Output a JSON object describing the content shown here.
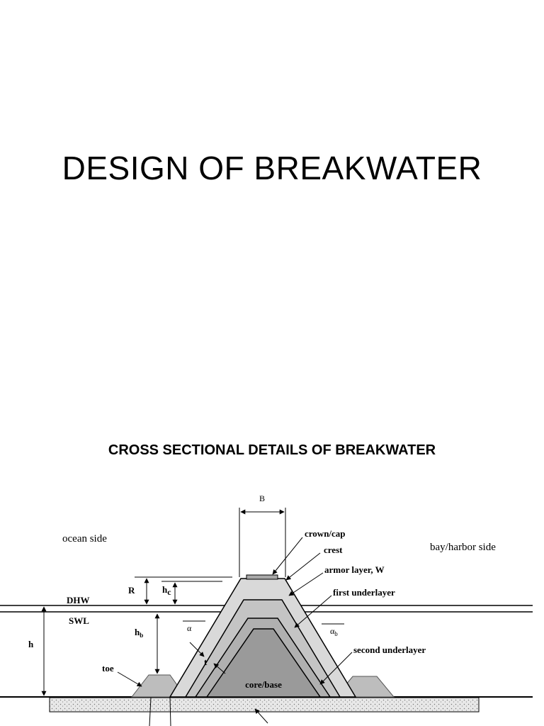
{
  "slide": {
    "title": "DESIGN OF BREAKWATER",
    "subtitle": "CROSS SECTIONAL DETAILS OF BREAKWATER"
  },
  "diagram": {
    "labels": {
      "B": "B",
      "ocean_side": "ocean side",
      "bay_side": "bay/harbor side",
      "crown": "crown/cap",
      "crest": "crest",
      "armor": "armor layer, W",
      "first_underlayer": "first underlayer",
      "second_underlayer": "second underlayer",
      "core": "core/base",
      "toe": "toe",
      "R": "R",
      "hc": "h",
      "hc_sub": "c",
      "hb": "h",
      "hb_sub": "b",
      "h": "h",
      "DHW": "DHW",
      "SWL": "SWL",
      "alpha": "α",
      "alpha_b": "α",
      "alpha_b_sub": "b",
      "t": "t"
    },
    "colors": {
      "armor": "#d9d9d9",
      "first_underlayer": "#c4c4c4",
      "second_underlayer": "#b0b0b0",
      "core": "#9a9a9a",
      "toe": "#bdbdbd",
      "crown": "#a8a8a8",
      "foundation": "#e6e6e6"
    }
  }
}
